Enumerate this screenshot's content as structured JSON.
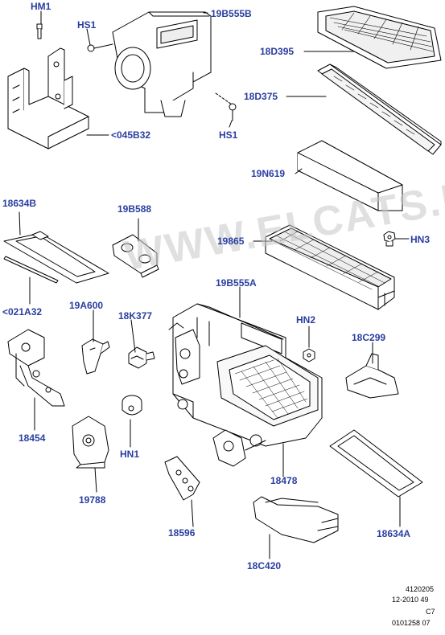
{
  "labels": {
    "hm1": "HM1",
    "hs1_top": "HS1",
    "p19b555b": "19B555B",
    "p18d395": "18D395",
    "p18d375": "18D375",
    "hs1_mid": "HS1",
    "p045b32": "<045B32",
    "p19n619": "19N619",
    "p18634b": "18634B",
    "p19b588": "19B588",
    "p19865": "19865",
    "hn3": "HN3",
    "p021a32": "<021A32",
    "p19a600": "19A600",
    "p18k377": "18K377",
    "p19b555a": "19B555A",
    "hn2": "HN2",
    "p18c299": "18C299",
    "p18454": "18454",
    "hn1": "HN1",
    "p18478": "18478",
    "p19788": "19788",
    "p18596": "18596",
    "p18634a": "18634A",
    "p18c420": "18C420"
  },
  "reference": {
    "line1": "4120205",
    "line2": "12-2010 49",
    "line3": "C7",
    "line4": "0101258 07"
  },
  "watermark": "WWW.ELCATS.RU",
  "colors": {
    "label": "#2a3ea0",
    "line": "#000000"
  }
}
